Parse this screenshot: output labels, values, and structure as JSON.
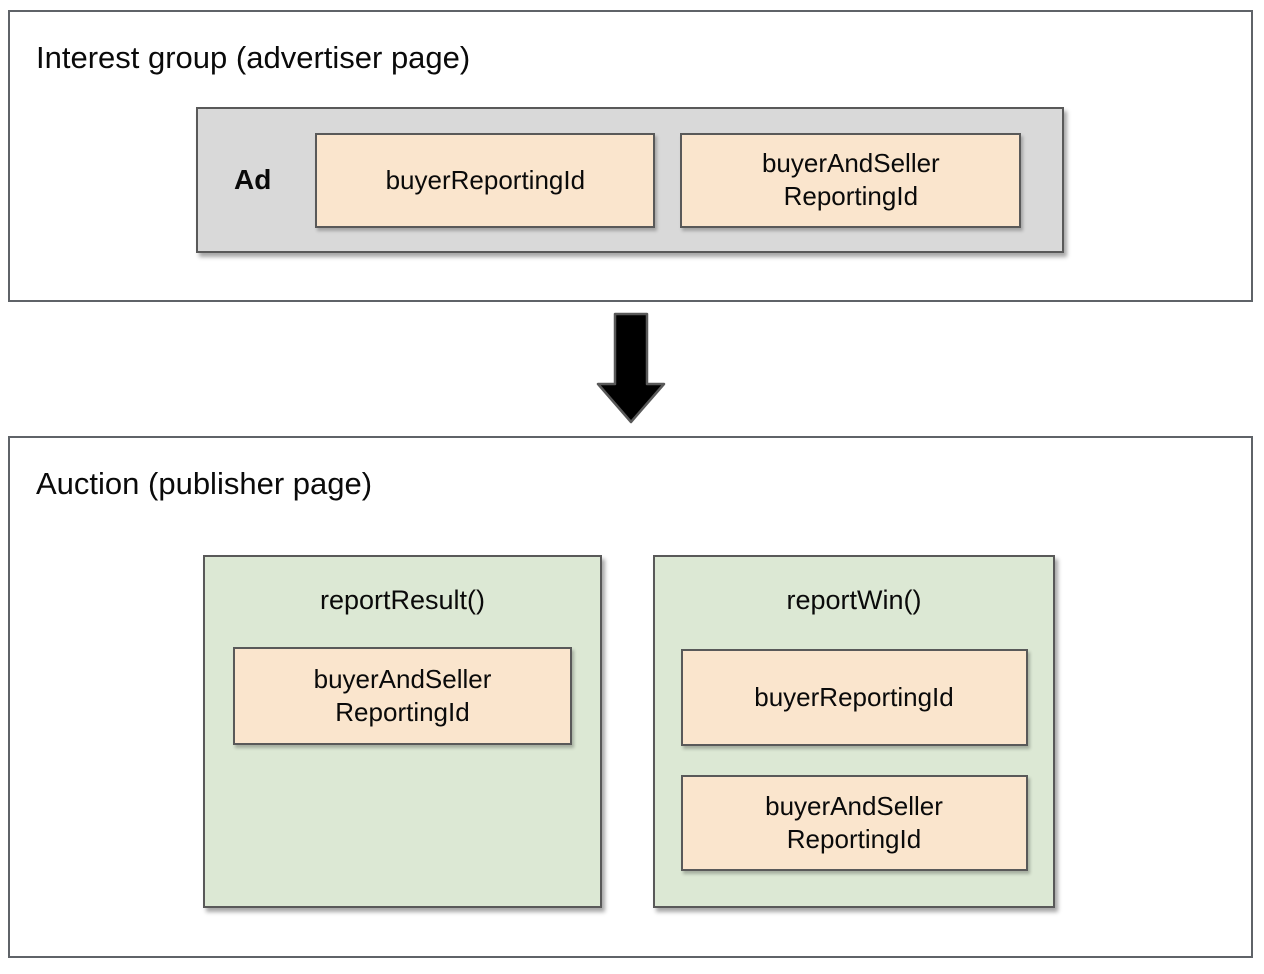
{
  "colors": {
    "chip_fill": "#fae5cd",
    "fn_fill": "#dce8d4",
    "ad_fill": "#d9d9d9",
    "box_border": "#595959",
    "outer_border": "#5f6368",
    "arrow_fill": "#000000"
  },
  "interest_group": {
    "title": "Interest group (advertiser page)",
    "ad": {
      "label": "Ad",
      "chips": [
        "buyerReportingId",
        "buyerAndSeller\nReportingId"
      ]
    }
  },
  "auction": {
    "title": "Auction (publisher page)",
    "functions": [
      {
        "name": "reportResult()",
        "chips": [
          "buyerAndSeller\nReportingId"
        ]
      },
      {
        "name": "reportWin()",
        "chips": [
          "buyerReportingId",
          "buyerAndSeller\nReportingId"
        ]
      }
    ]
  }
}
